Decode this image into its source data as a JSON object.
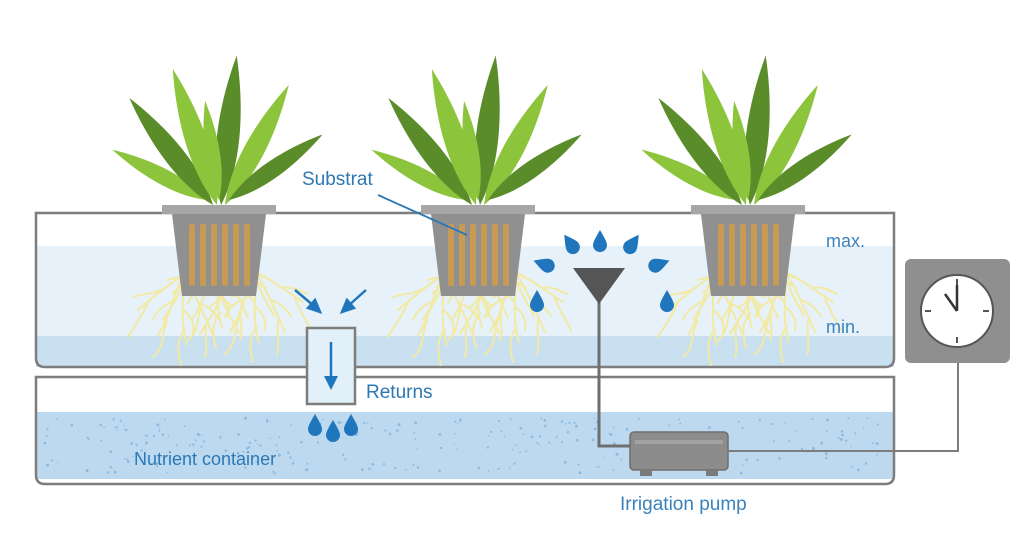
{
  "labels": {
    "substrat": "Substrat",
    "max": "max.",
    "min": "min.",
    "returns": "Returns",
    "nutrient_container": "Nutrient container",
    "irrigation_pump": "Irrigation pump"
  },
  "colors": {
    "outline": "#7d7d7d",
    "upper_water_light": "#e6f1f9",
    "upper_water_dark": "#c9e0f1",
    "lower_water": "#bcd9f0",
    "drop": "#1f76bd",
    "leaf_light": "#8cc43c",
    "leaf_dark": "#5a8d2a",
    "pot": "#909090",
    "substrate": "#c79a55",
    "root": "#f2eaa2",
    "timer_case": "#8f8f8f",
    "label_text": "#2c78b5"
  },
  "icons": [
    "clock-icon",
    "water-drop-icon",
    "flow-arrow-icon",
    "lettuce-plant-icon"
  ]
}
